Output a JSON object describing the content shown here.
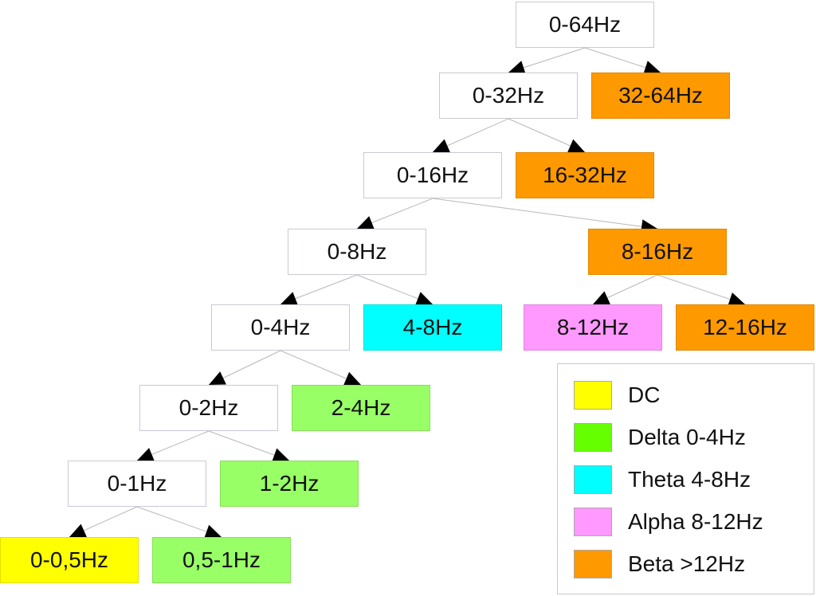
{
  "colors": {
    "white": "#ffffff",
    "orange": "#ff9900",
    "cyan": "#00ffff",
    "pink": "#ff99ff",
    "green": "#99ff66",
    "yellow": "#ffff00",
    "delta_legend": "#66ff00",
    "edge": "#b8b8b8",
    "arrow": "#000000"
  },
  "nodes": {
    "n0_64": {
      "label": "0-64Hz",
      "color": "white"
    },
    "n0_32": {
      "label": "0-32Hz",
      "color": "white"
    },
    "n32_64": {
      "label": "32-64Hz",
      "color": "orange"
    },
    "n0_16": {
      "label": "0-16Hz",
      "color": "white"
    },
    "n16_32": {
      "label": "16-32Hz",
      "color": "orange"
    },
    "n0_8": {
      "label": "0-8Hz",
      "color": "white"
    },
    "n8_16": {
      "label": "8-16Hz",
      "color": "orange"
    },
    "n0_4": {
      "label": "0-4Hz",
      "color": "white"
    },
    "n4_8": {
      "label": "4-8Hz",
      "color": "cyan"
    },
    "n8_12": {
      "label": "8-12Hz",
      "color": "pink"
    },
    "n12_16": {
      "label": "12-16Hz",
      "color": "orange"
    },
    "n0_2": {
      "label": "0-2Hz",
      "color": "white"
    },
    "n2_4": {
      "label": "2-4Hz",
      "color": "green"
    },
    "n0_1": {
      "label": "0-1Hz",
      "color": "white"
    },
    "n1_2": {
      "label": "1-2Hz",
      "color": "green"
    },
    "n0_05": {
      "label": "0-0,5Hz",
      "color": "yellow"
    },
    "n05_1": {
      "label": "0,5-1Hz",
      "color": "green"
    }
  },
  "edges": [
    [
      "n0_64",
      "n0_32"
    ],
    [
      "n0_64",
      "n32_64"
    ],
    [
      "n0_32",
      "n0_16"
    ],
    [
      "n0_32",
      "n16_32"
    ],
    [
      "n0_16",
      "n0_8"
    ],
    [
      "n0_16",
      "n8_16"
    ],
    [
      "n0_8",
      "n0_4"
    ],
    [
      "n0_8",
      "n4_8"
    ],
    [
      "n8_16",
      "n8_12"
    ],
    [
      "n8_16",
      "n12_16"
    ],
    [
      "n0_4",
      "n0_2"
    ],
    [
      "n0_4",
      "n2_4"
    ],
    [
      "n0_2",
      "n0_1"
    ],
    [
      "n0_2",
      "n1_2"
    ],
    [
      "n0_1",
      "n0_05"
    ],
    [
      "n0_1",
      "n05_1"
    ]
  ],
  "legend": [
    {
      "label": "DC",
      "color": "yellow"
    },
    {
      "label": "Delta 0-4Hz",
      "color": "delta_legend"
    },
    {
      "label": "Theta 4-8Hz",
      "color": "cyan"
    },
    {
      "label": "Alpha 8-12Hz",
      "color": "pink"
    },
    {
      "label": "Beta >12Hz",
      "color": "orange"
    }
  ]
}
